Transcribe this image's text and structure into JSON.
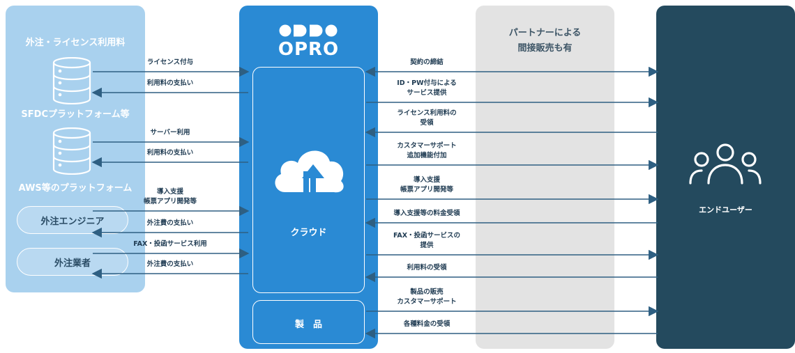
{
  "left": {
    "title": "外注・ライセンス利用料",
    "db1_label": "SFDCプラットフォーム等",
    "db2_label": "AWS等のプラットフォーム",
    "pill1": "外注エンジニア",
    "pill2": "外注業者"
  },
  "center": {
    "logo": "OPRO",
    "cloud_label": "クラウド",
    "product_label": "製　品"
  },
  "gray": {
    "line1": "パートナーによる",
    "line2": "間接販売も有"
  },
  "right": {
    "label": "エンドユーザー"
  },
  "left_arrows": [
    {
      "text": "ライセンス付与",
      "dir": "right"
    },
    {
      "text": "利用料の支払い",
      "dir": "left"
    },
    {
      "text": "サーバー利用",
      "dir": "right"
    },
    {
      "text": "利用料の支払い",
      "dir": "left"
    },
    {
      "text": "導入支援\n帳票アプリ開発等",
      "dir": "right"
    },
    {
      "text": "外注費の支払い",
      "dir": "left"
    },
    {
      "text": "FAX・投函サービス利用",
      "dir": "right"
    },
    {
      "text": "外注費の支払い",
      "dir": "left"
    }
  ],
  "right_arrows": [
    {
      "text": "契約の締結",
      "dir": "both"
    },
    {
      "text": "ID・PW付与による\nサービス提供",
      "dir": "right"
    },
    {
      "text": "ライセンス利用料の\n受領",
      "dir": "left"
    },
    {
      "text": "カスタマーサポート\n追加機能付加",
      "dir": "right"
    },
    {
      "text": "導入支援\n帳票アプリ開発等",
      "dir": "right"
    },
    {
      "text": "導入支援等の料金受領",
      "dir": "left"
    },
    {
      "text": "FAX・投函サービスの\n提供",
      "dir": "right"
    },
    {
      "text": "利用料の受領",
      "dir": "left"
    },
    {
      "text": "製品の販売\nカスタマーサポート",
      "dir": "right"
    },
    {
      "text": "各種料金の受領",
      "dir": "left"
    }
  ],
  "colors": {
    "left_panel": "#a9d1ee",
    "center_panel": "#2a8ad4",
    "gray_panel": "#e3e3e3",
    "right_panel": "#244a5e",
    "arrow": "#2e5f82"
  },
  "icons": {
    "database": "database-icon",
    "cloud": "cloud-sync-icon",
    "users": "users-group-icon"
  }
}
